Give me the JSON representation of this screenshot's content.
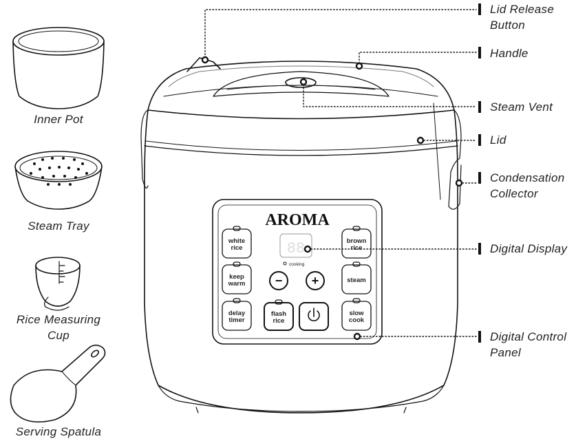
{
  "accessories": [
    {
      "label": "Inner Pot"
    },
    {
      "label": "Steam Tray"
    },
    {
      "label": "Rice Measuring Cup",
      "line1": "Rice Measuring",
      "line2": "Cup"
    },
    {
      "label": "Serving Spatula"
    }
  ],
  "callouts": [
    {
      "line1": "Lid Release",
      "line2": "Button"
    },
    {
      "line1": "Handle"
    },
    {
      "line1": "Steam Vent"
    },
    {
      "line1": "Lid"
    },
    {
      "line1": "Condensation",
      "line2": "Collector"
    },
    {
      "line1": "Digital Display"
    },
    {
      "line1": "Digital Control",
      "line2": "Panel"
    }
  ],
  "panel": {
    "brand": "AROMA",
    "display_value": "88",
    "cooking_label": "cooking",
    "buttons": {
      "white_rice": [
        "white",
        "rice"
      ],
      "brown_rice": [
        "brown",
        "rice"
      ],
      "keep_warm": [
        "keep",
        "warm"
      ],
      "steam": [
        "steam"
      ],
      "delay_timer": [
        "delay",
        "timer"
      ],
      "flash_rice": [
        "flash",
        "rice"
      ],
      "slow_cook": [
        "slow",
        "cook"
      ],
      "minus": "−",
      "plus": "+"
    }
  },
  "colors": {
    "line": "#111111",
    "text": "#222222",
    "display": "#dddddd"
  }
}
